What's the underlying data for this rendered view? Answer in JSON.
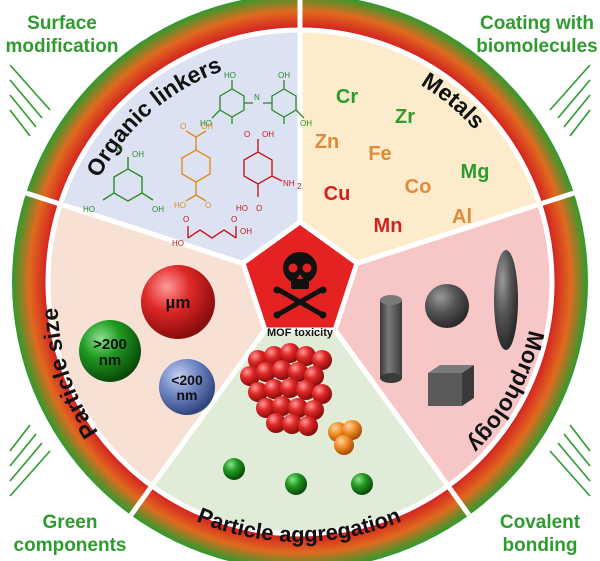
{
  "corners": {
    "top_left": [
      "Surface",
      "modification"
    ],
    "top_right": [
      "Coating with",
      "biomolecules"
    ],
    "bottom_left": [
      "Green",
      "components"
    ],
    "bottom_right": [
      "Covalent",
      "bonding"
    ]
  },
  "ring_labels": {
    "organic_linkers": "Organic linkers",
    "metals": "Metals",
    "morphology": "Morphology",
    "particle_aggregation": "Particle aggregation",
    "particle_size": "Particle size"
  },
  "center": {
    "label": "MOF toxicity",
    "icon": "skull-crossbones-icon"
  },
  "metals": [
    {
      "symbol": "Cr",
      "color": "#2e9b2e"
    },
    {
      "symbol": "Zr",
      "color": "#2e9b2e"
    },
    {
      "symbol": "Zn",
      "color": "#e08a3c"
    },
    {
      "symbol": "Fe",
      "color": "#e08a3c"
    },
    {
      "symbol": "Mg",
      "color": "#2e9b2e"
    },
    {
      "symbol": "Co",
      "color": "#e08a3c"
    },
    {
      "symbol": "Cu",
      "color": "#d32020"
    },
    {
      "symbol": "Al",
      "color": "#e08a3c"
    },
    {
      "symbol": "Mn",
      "color": "#d32020"
    }
  ],
  "particle_sizes": {
    "large": "µm",
    "medium": [
      ">200",
      "nm"
    ],
    "small": [
      "<200",
      "nm"
    ]
  },
  "chem_labels": {
    "oh": "OH",
    "ho": "HO",
    "o": "O",
    "nh2": "NH",
    "nh2_sub": "2",
    "n": "N"
  },
  "colors": {
    "ring_green": "#2e9b2e",
    "ring_red": "#d32020",
    "linkers_bg": "#dde2f2",
    "metals_bg": "#fdeccc",
    "morphology_bg": "#f7c7c7",
    "aggregation_bg": "#e1ecd8",
    "size_bg": "#f7e1d5",
    "center_bg": "#e52222"
  }
}
